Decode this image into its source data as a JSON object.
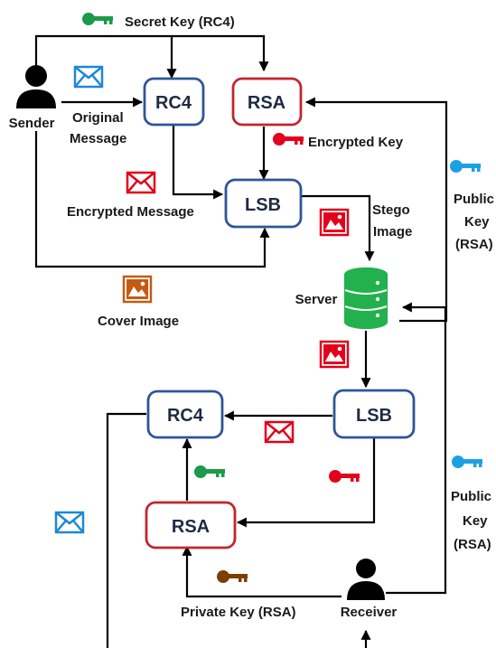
{
  "nodes": {
    "rc4_top": "RC4",
    "rsa_top": "RSA",
    "lsb_top": "LSB",
    "lsb_bottom": "LSB",
    "rc4_bottom": "RC4",
    "rsa_bottom": "RSA"
  },
  "actors": {
    "sender": "Sender",
    "server": "Server",
    "receiver": "Receiver"
  },
  "labels": {
    "secret_key": "Secret Key (RC4)",
    "original_line1": "Original",
    "original_line2": "Message",
    "encrypted_key": "Encrypted Key",
    "encrypted_message": "Encrypted Message",
    "stego_line1": "Stego",
    "stego_line2": "Image",
    "public_key_top_1": "Public",
    "public_key_top_2": "Key",
    "public_key_top_3": "(RSA)",
    "cover_image": "Cover Image",
    "public_key_bottom_1": "Public",
    "public_key_bottom_2": "Key",
    "public_key_bottom_3": "(RSA)",
    "private_key": "Private Key (RSA)"
  },
  "colors": {
    "rc4_border": "#2e5597",
    "rsa_border": "#c0272d",
    "server": "#22b14c",
    "key_green": "#1a9a4a",
    "key_red": "#e3001b",
    "key_blue": "#1ba1e2",
    "key_brown": "#7b3f00",
    "mail_blue": "#1e88d6",
    "mail_red": "#e3001b",
    "image_red": "#e3001b",
    "image_orange": "#c55a11"
  }
}
